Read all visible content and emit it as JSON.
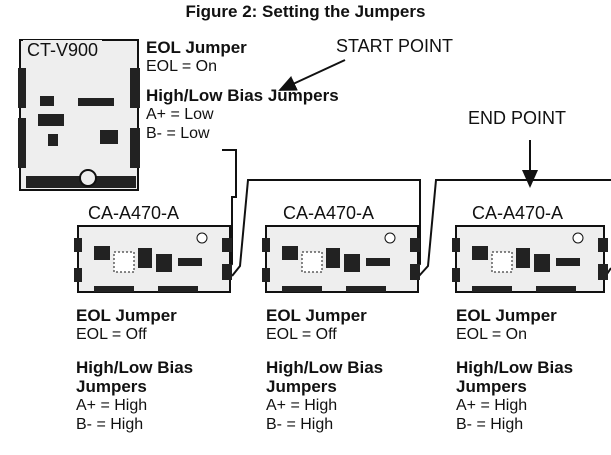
{
  "title": "Figure 2: Setting the Jumpers",
  "controller": {
    "name": "CT-V900",
    "eol_heading": "EOL Jumper",
    "eol_value": "EOL = On",
    "bias_heading": "High/Low Bias Jumpers",
    "a_value": "A+ = Low",
    "b_value": "B- = Low"
  },
  "start_label": "START POINT",
  "end_label": "END POINT",
  "modules": [
    {
      "name": "CA-A470-A",
      "eol_heading": "EOL Jumper",
      "eol_value": "EOL = Off",
      "bias_heading_1": "High/Low Bias",
      "bias_heading_2": "Jumpers",
      "a_value": "A+ = High",
      "b_value": "B- = High"
    },
    {
      "name": "CA-A470-A",
      "eol_heading": "EOL Jumper",
      "eol_value": "EOL = Off",
      "bias_heading_1": "High/Low Bias",
      "bias_heading_2": "Jumpers",
      "a_value": "A+ = High",
      "b_value": "B- = High"
    },
    {
      "name": "CA-A470-A",
      "eol_heading": "EOL Jumper",
      "eol_value": "EOL = On",
      "bias_heading_1": "High/Low Bias",
      "bias_heading_2": "Jumpers",
      "a_value": "A+ = High",
      "b_value": "B- = High"
    }
  ],
  "colors": {
    "ink": "#111111",
    "board_fill": "#eeeeee",
    "chip": "#222222"
  }
}
